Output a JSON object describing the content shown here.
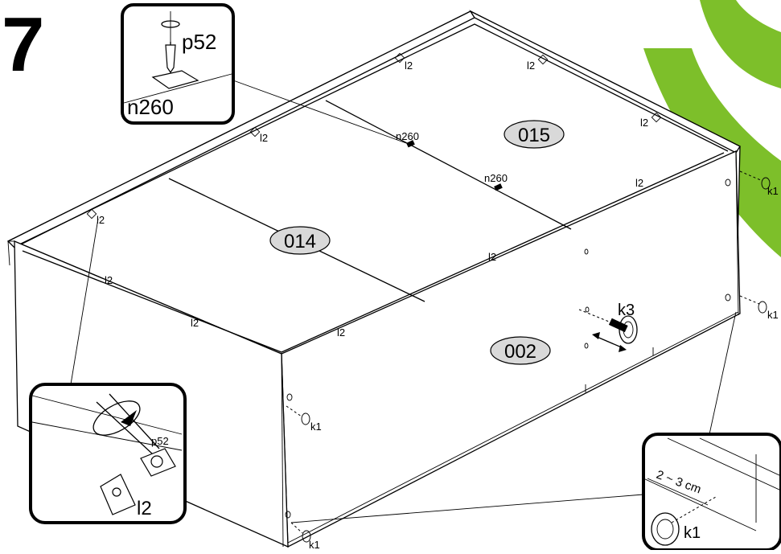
{
  "step_number": "7",
  "part_ovals": [
    "014",
    "015",
    "002"
  ],
  "labels": {
    "l2": "l2",
    "n260": "n260",
    "k1": "k1",
    "k3": "k3",
    "p52": "p52"
  },
  "inset_top": {
    "part_screw": "p52",
    "part_plate": "n260"
  },
  "inset_left": {
    "part_screw": "p52",
    "part_plate": "l2"
  },
  "inset_right": {
    "distance": "2 ~ 3 cm",
    "part": "k1"
  },
  "colors": {
    "watermark": "#7dbf2a",
    "oval_fill": "#d9d9d9",
    "line": "#000000"
  }
}
